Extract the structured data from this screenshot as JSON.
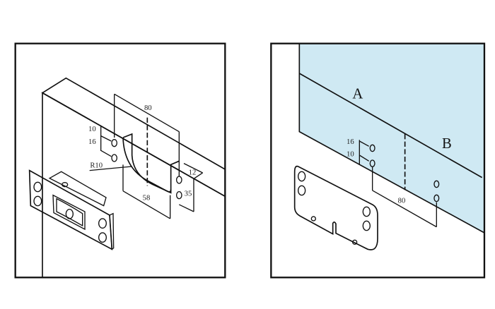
{
  "colors": {
    "panel_blue": "#cfe9f3",
    "panel_top": "#e4f3f8",
    "metal": "#dcdcdc",
    "plate": "#e6e2df",
    "line": "#111111"
  },
  "left_panel": {
    "dimensions": {
      "width": "80",
      "hole_top": "10",
      "hole_spacing": "16",
      "radius": "R10",
      "flange": "12",
      "depth": "35",
      "notch": "58"
    }
  },
  "right_panel": {
    "labels": {
      "a": "A",
      "b": "B"
    },
    "dimensions": {
      "hole_top": "16",
      "hole_spacing": "10",
      "width": "80"
    }
  }
}
